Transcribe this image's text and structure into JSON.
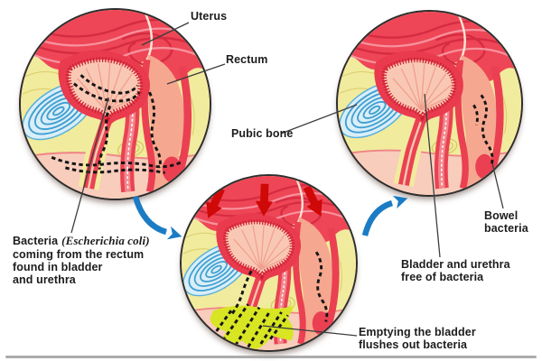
{
  "figure": {
    "labels": {
      "uterus": "Uterus",
      "rectum": "Rectum",
      "pubic_bone": "Pubic bone",
      "bowel_bacteria_lines": [
        "Bowel",
        "bacteria"
      ],
      "bladder_free_lines": [
        "Bladder and urethra",
        "free of bacteria"
      ],
      "bacteria_note_bold": "Bacteria",
      "bacteria_note_italic": "(Escherichia coli)",
      "bacteria_note_lines": [
        "coming from the rectum",
        "found in bladder",
        "and urethra"
      ],
      "emptying_lines": [
        "Emptying the bladder",
        "flushes out bacteria"
      ]
    },
    "icons": {
      "flow_arrow": "curved-flow-arrow",
      "pressure_arrow": "block-arrow-down",
      "bacteria_mark": "black-dash-cluster"
    },
    "colors": {
      "flow_arrow_blue": "#1b7cc4",
      "pressure_arrow_red": "#cf0808",
      "bacteria_black": "#151515",
      "urine_yellow_green": "#d7e523",
      "tissue_red": "#ee4656",
      "tissue_yellow": "#f1eb9e",
      "flesh_pink": "#f5b8a1",
      "bone_blue": "#3f9fd1",
      "leader_line": "#3d3d3d"
    }
  }
}
